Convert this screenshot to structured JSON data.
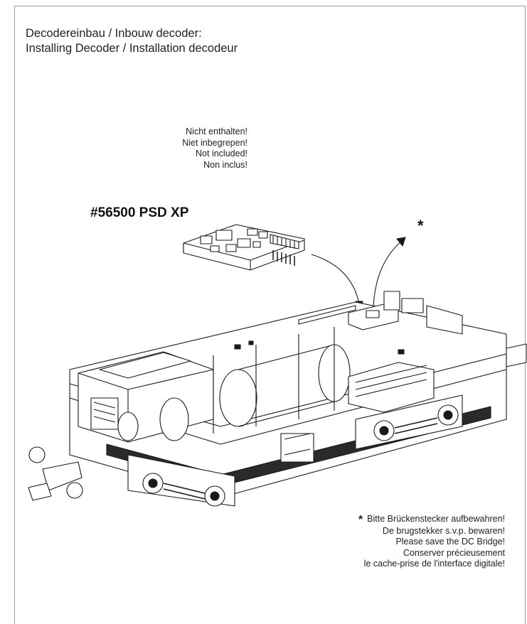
{
  "header": {
    "title_line1": "Decodereinbau / Inbouw decoder:",
    "title_line2": "Installing Decoder / Installation decodeur"
  },
  "not_included": {
    "line_de": "Nicht enthalten!",
    "line_nl": "Niet inbegrepen!",
    "line_en": "Not included!",
    "line_fr": "Non inclus!"
  },
  "product": {
    "label": "#56500 PSD XP"
  },
  "marker": {
    "symbol": "*"
  },
  "notes": {
    "marker": "*",
    "line_de": "Bitte Brückenstecker aufbewahren!",
    "line_nl": "De brugstekker s.v.p. bewaren!",
    "line_en": "Please save the DC Bridge!",
    "line_fr1": "Conserver précieusement",
    "line_fr2": "le cache-prise de l'interface digitale!"
  },
  "colors": {
    "line": "#1a1a1a",
    "frame": "#9a9a9a"
  }
}
